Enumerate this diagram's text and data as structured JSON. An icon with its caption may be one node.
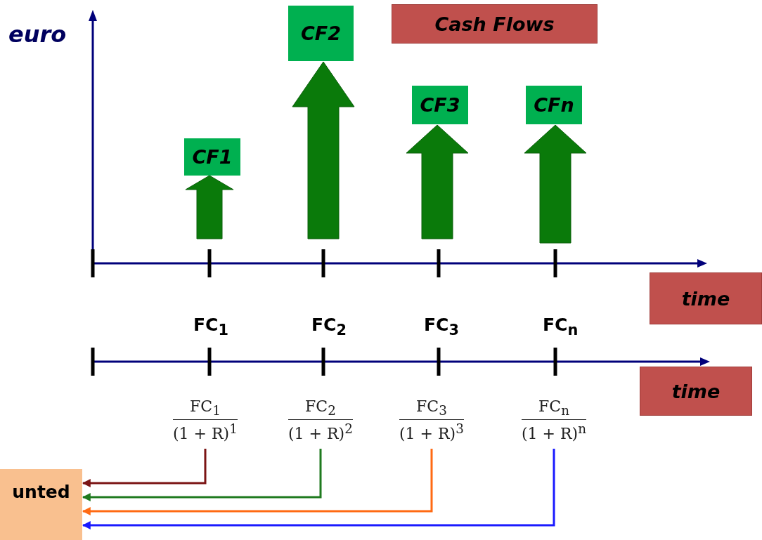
{
  "diagram": {
    "nodes": [
      {
        "text": [
          "CF1"
        ]
      },
      {
        "text": [
          "CF2"
        ]
      },
      {
        "text": [
          "CF3"
        ]
      },
      {
        "text": [
          "CFn"
        ]
      },
      {
        "text": [
          "Cash Flows"
        ]
      },
      {
        "text": [
          "time"
        ]
      },
      {
        "text": [
          "time"
        ]
      },
      {
        "text": [
          "FC$_{1}$",
          "(1 + R)$^{1}$"
        ]
      },
      {
        "text": [
          "FC$_{2}$",
          "(1 + R)$^{2}$"
        ]
      },
      {
        "text": [
          "FC$_{3}$",
          "(1 + R)$^{3}$"
        ]
      },
      {
        "text": [
          "FC$_{n}$",
          "(1 + R)$^{n}$"
        ]
      },
      {
        "text": [
          "unted"
        ]
      }
    ],
    "edges": [
      {
        "from": 7,
        "to": 11,
        "arrow": "to",
        "color": "#7b1414"
      },
      {
        "from": 8,
        "to": 11,
        "arrow": "to",
        "color": "#1f7a1f"
      },
      {
        "from": 9,
        "to": 11,
        "arrow": "to",
        "color": "#ff6a13"
      },
      {
        "from": 10,
        "to": 11,
        "arrow": "to",
        "color": "#1a1aff"
      }
    ],
    "labels": [
      "euro",
      "FC$_{1}$",
      "FC$_{2}$",
      "FC$_{3}$",
      "FC$_{n}$"
    ]
  }
}
